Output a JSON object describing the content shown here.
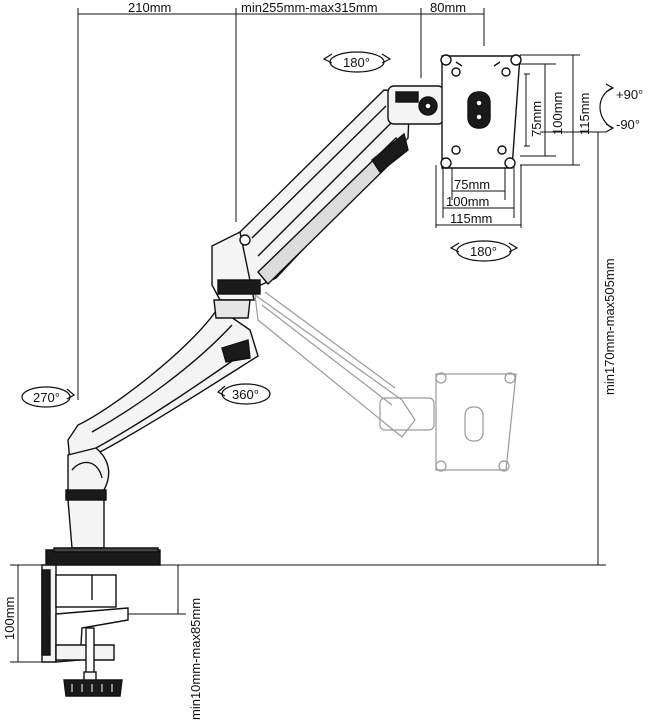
{
  "dimensions": {
    "top_left_span": "210mm",
    "top_mid_span": "min255mm-max315mm",
    "top_right_span": "80mm",
    "vesa_75_h": "75mm",
    "vesa_100_h": "100mm",
    "vesa_115_h": "115mm",
    "vesa_75_w": "75mm",
    "vesa_100_w": "100mm",
    "vesa_115_w": "115mm",
    "height_range": "min170mm-max505mm",
    "clamp_height": "100mm",
    "desk_thickness": "min10mm-max85mm"
  },
  "rotations": {
    "top_tilt": "180°",
    "bottom_tilt": "180°",
    "base_swivel": "270°",
    "arm_swivel": "360°",
    "tilt_up": "+90°",
    "tilt_down": "-90°"
  },
  "colors": {
    "line": "#111111",
    "ghost": "#9a9a9a",
    "fill_light": "#f4f4f4",
    "fill_dark": "#1a1a1a"
  }
}
